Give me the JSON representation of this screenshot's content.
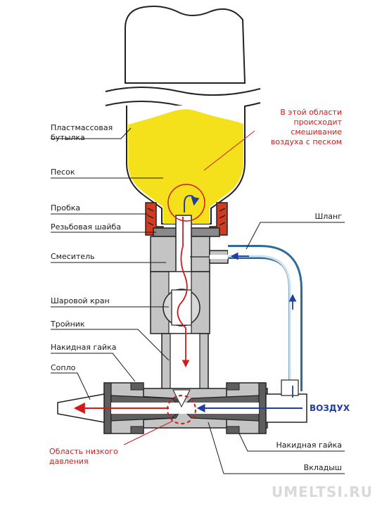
{
  "labels": {
    "bottle": [
      "Пластмассовая",
      "бутылка"
    ],
    "sand": "Песок",
    "cap": "Пробка",
    "washer": "Резьбовая шайба",
    "mixer": "Смеситель",
    "ball_valve": "Шаровой кран",
    "tee": "Тройник",
    "union_nut_top": "Накидная гайка",
    "nozzle": "Сопло",
    "low_pressure": [
      "Область низкого",
      "давления"
    ],
    "mixing_area": [
      "В этой области",
      "происходит",
      "смешивание",
      "воздуха с песком"
    ],
    "hose": "Шланг",
    "air": "ВОЗДУХ",
    "union_nut_bottom": "Накидная гайка",
    "insert": "Вкладыш",
    "watermark": "UMELTSI.RU"
  },
  "colors": {
    "sand": "#f4e11b",
    "cap": "#d43a1f",
    "body_gray": "#c4c4c4",
    "dark_gray": "#5e5e5e",
    "hose_blue": "#2f6a9a",
    "red": "#d11a1a",
    "blue_arrow": "#1f3ea0"
  }
}
